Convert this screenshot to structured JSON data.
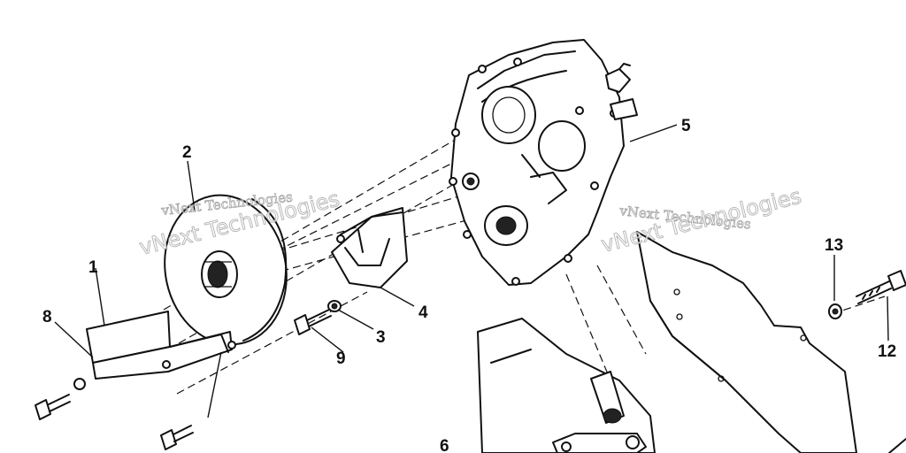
{
  "callouts": {
    "c1": "1",
    "c2": "2",
    "c3": "3",
    "c4": "4",
    "c5": "5",
    "c6": "6",
    "c8": "8",
    "c9": "9",
    "c12": "12",
    "c13": "13"
  },
  "watermarks": {
    "top_left": "vNext Technologies",
    "top_right": "vNext Technologies",
    "mid_left": "vNext Technologies",
    "mid_right": "vNext Technologies"
  },
  "colors": {
    "ink": "#111111",
    "paper": "#ffffff"
  }
}
